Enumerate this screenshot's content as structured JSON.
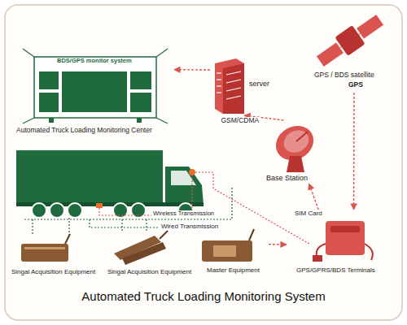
{
  "diagram": {
    "title": "Automated Truck Loading Monitoring System",
    "nodes": [
      {
        "text": [
          "BDS/GPS monitor system",
          "Automated Truck Loading Monitoring Center"
        ]
      },
      {
        "text": [
          "server"
        ]
      },
      {
        "text": [
          "GPS / BDS satellite",
          "GPS"
        ]
      },
      {
        "text": [
          "Base Station"
        ]
      },
      {
        "text": [
          "Singal Acquisition Equipment"
        ]
      },
      {
        "text": [
          "Singal Acquisition Equipment"
        ]
      },
      {
        "text": [
          "Master Equipment"
        ]
      },
      {
        "text": [
          "GPS/GPRS/BDS Terminals"
        ]
      }
    ],
    "edges": [
      {
        "from": 1,
        "to": 0,
        "arrow": "to"
      },
      {
        "from": 3,
        "to": 1,
        "label": "GSM/CDMA",
        "arrow": "to"
      },
      {
        "from": 2,
        "to": 7,
        "arrow": "to"
      },
      {
        "from": 7,
        "to": 3,
        "arrow": "to"
      },
      {
        "from": 6,
        "to": 7,
        "arrow": "to"
      }
    ],
    "labels": [
      "SIM Card",
      "Wireless Transmission",
      "Wired Transmission"
    ]
  }
}
